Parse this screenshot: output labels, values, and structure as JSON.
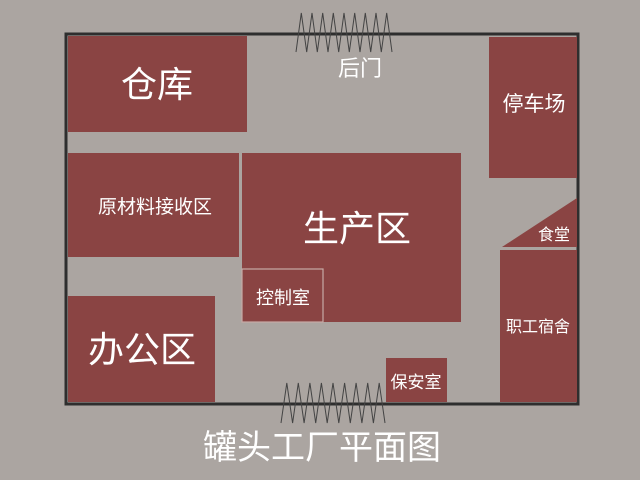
{
  "title": "罐头工厂平面图",
  "back_gate_label": "后门",
  "colors": {
    "background": "#aba5a1",
    "block": "#8a4443",
    "wall": "#2e2e2e"
  },
  "areas": {
    "warehouse": "仓库",
    "raw_material": "原材料接收区",
    "office": "办公区",
    "production": "生产区",
    "control_room": "控制室",
    "parking": "停车场",
    "canteen": "食堂",
    "dormitory": "职工宿舍",
    "security": "保安室"
  }
}
